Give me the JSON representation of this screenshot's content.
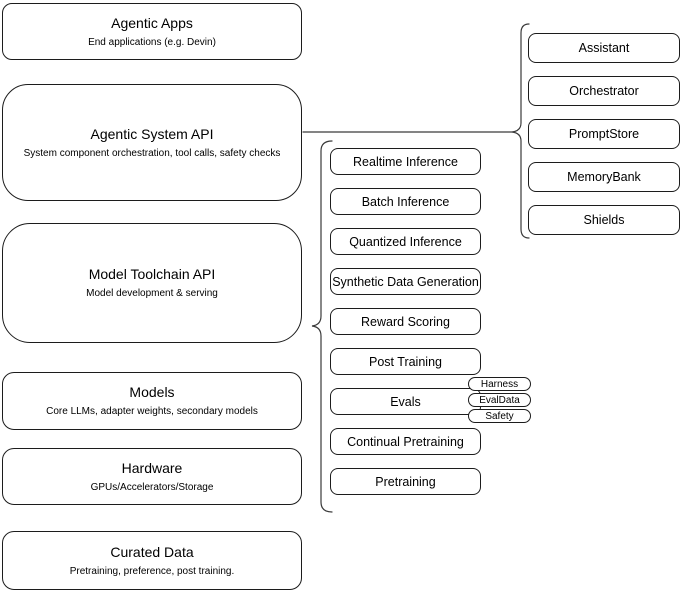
{
  "colors": {
    "background": "#ffffff",
    "stroke": "#1c1c1c",
    "text": "#000000"
  },
  "stack": {
    "boxes": [
      {
        "title": "Agentic Apps",
        "subtitle": "End applications (e.g. Devin)"
      },
      {
        "title": "Agentic System API",
        "subtitle": "System component orchestration, tool calls, safety checks"
      },
      {
        "title": "Model Toolchain API",
        "subtitle": "Model development & serving"
      },
      {
        "title": "Models",
        "subtitle": "Core LLMs, adapter weights, secondary models"
      },
      {
        "title": "Hardware",
        "subtitle": "GPUs/Accelerators/Storage"
      },
      {
        "title": "Curated Data",
        "subtitle": "Pretraining, preference, post training."
      }
    ]
  },
  "toolchain": {
    "items": [
      "Realtime Inference",
      "Batch Inference",
      "Quantized Inference",
      "Synthetic Data Generation",
      "Reward Scoring",
      "Post Training",
      "Evals",
      "Continual Pretraining",
      "Pretraining"
    ],
    "evals_tags": [
      "Harness",
      "EvalData",
      "Safety"
    ]
  },
  "system_components": {
    "items": [
      "Assistant",
      "Orchestrator",
      "PromptStore",
      "MemoryBank",
      "Shields"
    ]
  }
}
